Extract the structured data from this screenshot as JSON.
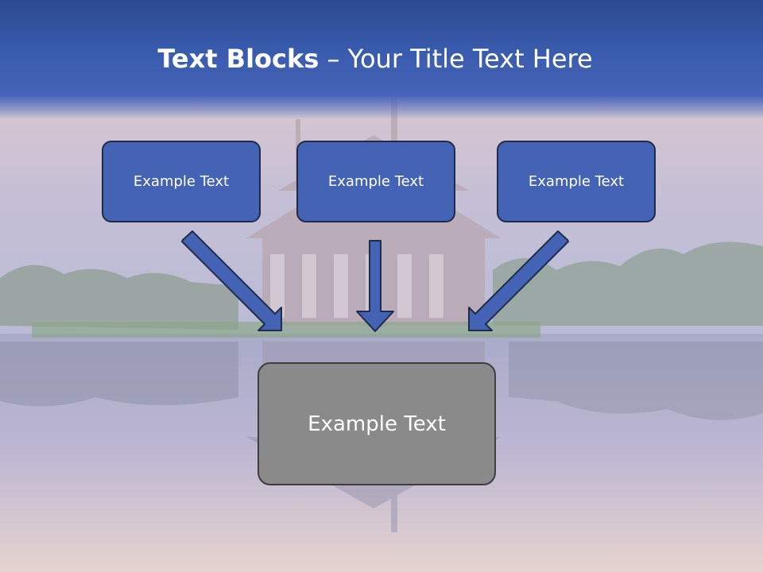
{
  "slide": {
    "title_bold": "Text Blocks",
    "title_dash": " – ",
    "title_rest": "Your Title Text Here"
  },
  "blocks": [
    {
      "label": "Example Text"
    },
    {
      "label": "Example Text"
    },
    {
      "label": "Example Text"
    }
  ],
  "target": {
    "label": "Example Text"
  },
  "colors": {
    "block_fill": "#4563b4",
    "target_fill": "#8a8a8a",
    "title_band": "#3a5cae"
  }
}
